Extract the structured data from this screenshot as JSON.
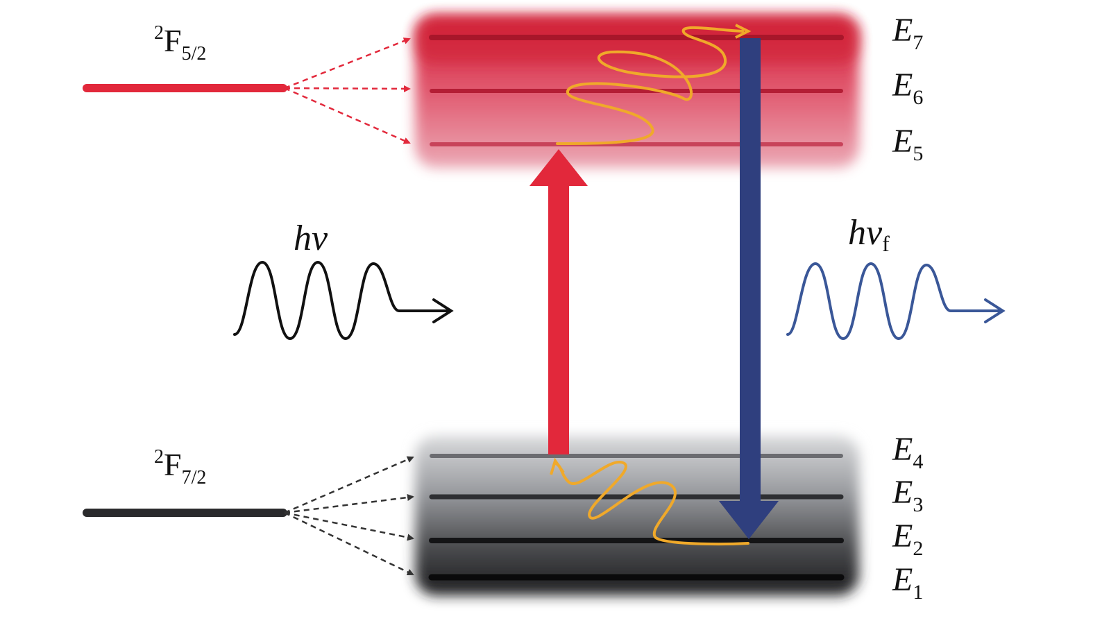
{
  "term_upper": {
    "sup": "2",
    "base": "F",
    "sub": "5/2"
  },
  "term_lower": {
    "sup": "2",
    "base": "F",
    "sub": "7/2"
  },
  "levels": [
    {
      "base": "E",
      "sub": "7"
    },
    {
      "base": "E",
      "sub": "6"
    },
    {
      "base": "E",
      "sub": "5"
    },
    {
      "base": "E",
      "sub": "4"
    },
    {
      "base": "E",
      "sub": "3"
    },
    {
      "base": "E",
      "sub": "2"
    },
    {
      "base": "E",
      "sub": "1"
    }
  ],
  "photon_in": {
    "label": "hv",
    "sub": ""
  },
  "photon_out": {
    "label": "hv",
    "sub": "f"
  },
  "colors": {
    "excited": "#e2283b",
    "ground": "#222222",
    "relax": "#f0a92a",
    "emission": "#2f3f7e",
    "photon_in": "#111111",
    "photon_out": "#3a5798"
  }
}
